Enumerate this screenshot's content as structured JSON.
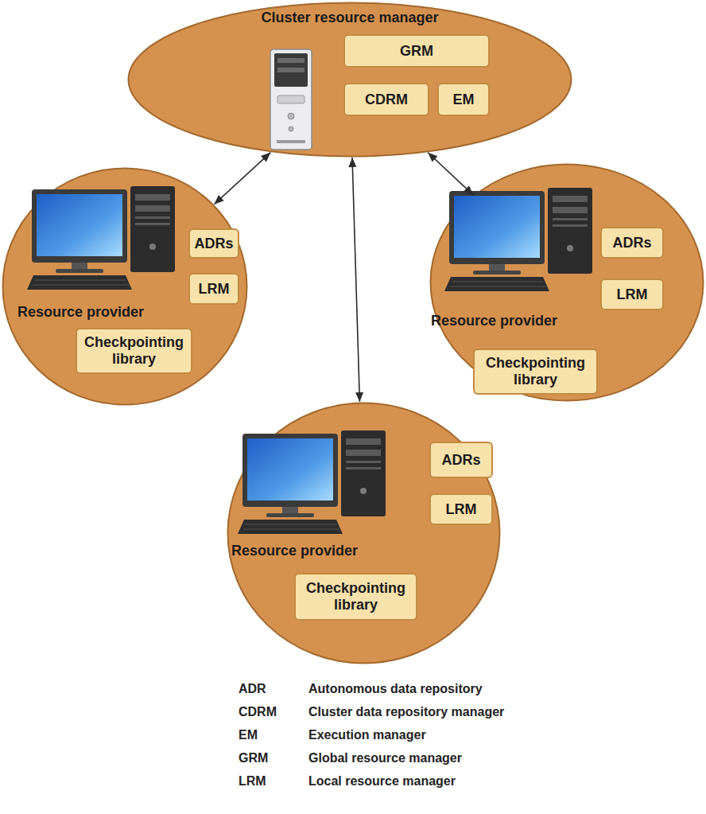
{
  "diagram": {
    "nodes": [
      {
        "text": [
          "Cluster resource manager"
        ]
      },
      {
        "text": [
          "GRM"
        ],
        "in": 0
      },
      {
        "text": [
          "CDRM"
        ],
        "in": 0
      },
      {
        "text": [
          "EM"
        ],
        "in": 0
      },
      {
        "text": [
          "Resource provider"
        ]
      },
      {
        "text": [
          "ADRs"
        ],
        "in": 4
      },
      {
        "text": [
          "LRM"
        ],
        "in": 4
      },
      {
        "text": [
          "Checkpointing library"
        ],
        "in": 4
      },
      {
        "text": [
          "Resource provider"
        ]
      },
      {
        "text": [
          "ADRs"
        ],
        "in": 8
      },
      {
        "text": [
          "LRM"
        ],
        "in": 8
      },
      {
        "text": [
          "Checkpointing library"
        ],
        "in": 8
      },
      {
        "text": [
          "Resource provider"
        ]
      },
      {
        "text": [
          "ADRs"
        ],
        "in": 12
      },
      {
        "text": [
          "LRM"
        ],
        "in": 12
      },
      {
        "text": [
          "Checkpointing library"
        ],
        "in": 12
      }
    ],
    "edges": [
      {
        "from": 0,
        "to": 4,
        "arrow": "both"
      },
      {
        "from": 0,
        "to": 8,
        "arrow": "both"
      },
      {
        "from": 0,
        "to": 12,
        "arrow": "both"
      }
    ],
    "labels": [
      "ADR",
      "Autonomous data repository",
      "CDRM",
      "Cluster data repository manager",
      "EM",
      "Execution manager",
      "GRM",
      "Global resource manager",
      "LRM",
      "Local resource manager"
    ]
  }
}
